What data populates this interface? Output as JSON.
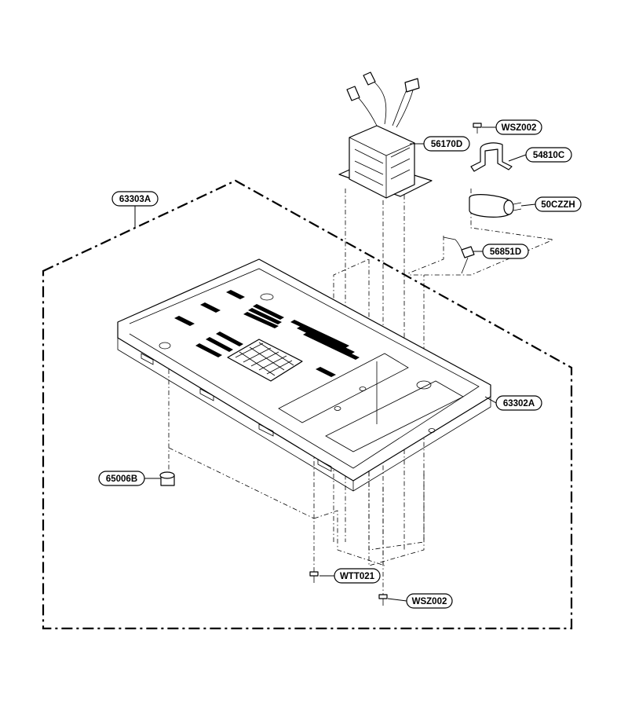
{
  "labels": {
    "base_plate_assembly": "63303A",
    "transformer": "56170D",
    "screw_top": "WSZ002",
    "capacitor_bracket": "54810C",
    "capacitor": "50CZZH",
    "diode": "56851D",
    "base_plate": "63302A",
    "foot": "65006B",
    "screw_wtt": "WTT021",
    "screw_bottom": "WSZ002"
  }
}
